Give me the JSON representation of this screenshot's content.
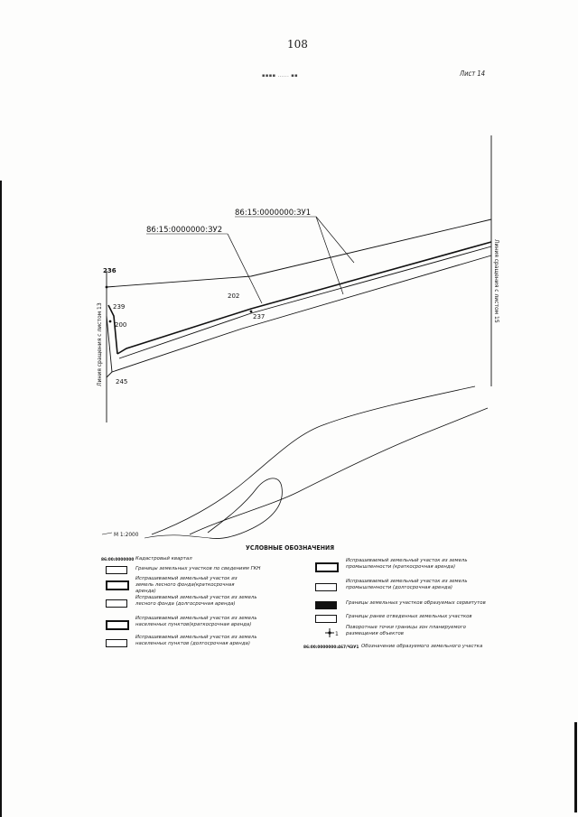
{
  "page": {
    "number": "108",
    "sheet": "Лист 14",
    "header_mark": "▪▪▪▪ ...... ▪▪"
  },
  "map": {
    "labels": {
      "plot_zu1": "86:15:0000000:ЗУ1",
      "plot_zu2": "86:15:0000000:ЗУ2",
      "left_match_line": "Линия сращения с листом 13",
      "right_match_line": "Линия сращения с листом 15",
      "point_236": "236",
      "point_239": "239",
      "point_200": "200",
      "point_245": "245",
      "point_202": "202",
      "point_237": "237"
    },
    "scale": "М 1:2000"
  },
  "legend": {
    "title": "УСЛОВНЫЕ ОБОЗНАЧЕНИЯ",
    "left": [
      {
        "code": "86:00:0000000",
        "text": "Кадастровый квартал"
      },
      {
        "text": "Границы земельных участков по сведениям ГКН"
      },
      {
        "text": "Испрашиваемый земельный участок из земель лесного фонда(краткосрочная аренда)"
      },
      {
        "text": "Испрашиваемый земельный участок из земель лесного фонда (долгосрочная аренда)"
      },
      {
        "text": "Испрашиваемый земельный участок из земель населенных пунктов(краткосрочная аренда)"
      },
      {
        "text": "Испрашиваемый земельный участок из земель населенных пунктов (долгосрочная аренда)"
      }
    ],
    "right": [
      {
        "text": "Испрашиваемый земельный участок из земель промышленности (краткосрочная аренда)"
      },
      {
        "text": "Испрашиваемый земельный участок из земель промышленности (долгосрочная аренда)"
      },
      {
        "text": "Границы земельных участков образуемых сервитутов"
      },
      {
        "text": "Границы ранее отведенных земельных участков"
      },
      {
        "text": "Поворотные точки границы зон планируемого размещения объектов"
      },
      {
        "code": "86:00:0000000:467/ЧЗУ1",
        "text": "Обозначение образуемого земельного участка"
      }
    ]
  },
  "colors": {
    "ink": "#1a1a1a",
    "paper": "#fdfdfc"
  }
}
